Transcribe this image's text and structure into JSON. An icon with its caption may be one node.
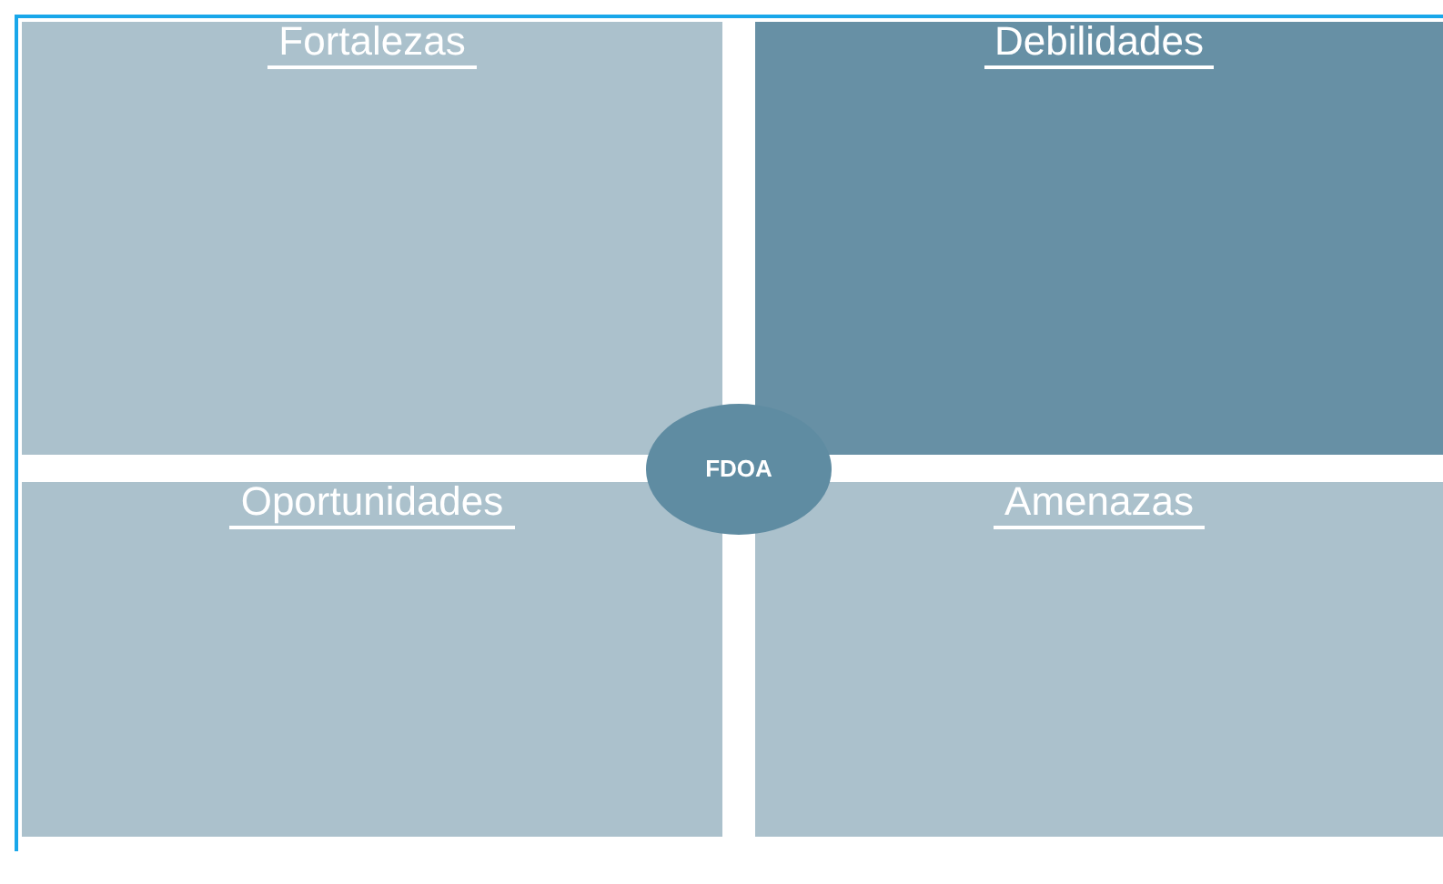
{
  "diagram": {
    "nodes": [
      {
        "text": [
          "Fortalezas"
        ]
      },
      {
        "text": [
          "Debilidades"
        ]
      },
      {
        "text": [
          "Oportunidades"
        ]
      },
      {
        "text": [
          "Amenazas"
        ]
      },
      {
        "text": [
          "FDOA"
        ]
      }
    ]
  }
}
